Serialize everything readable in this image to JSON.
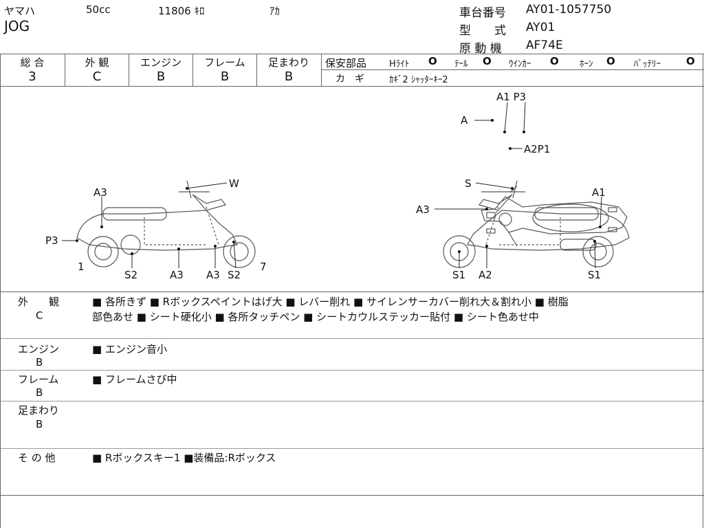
{
  "header": {
    "maker": "ヤマハ",
    "displacement": "50cc",
    "mileage": "11806 ｷﾛ",
    "color": "ｱｶ",
    "model_name": "JOG",
    "frame_no_label": "車台番号",
    "frame_no": "AY01-1057750",
    "type_label": "型　　式",
    "type_value": "AY01",
    "engine_label": "原 動 機",
    "engine_value": "AF74E"
  },
  "grades": [
    {
      "title": "総 合",
      "value": "3"
    },
    {
      "title": "外 観",
      "value": "C"
    },
    {
      "title": "エンジン",
      "value": "B"
    },
    {
      "title": "フレーム",
      "value": "B"
    },
    {
      "title": "足まわり",
      "value": "B"
    }
  ],
  "safety": {
    "label": "保安部品",
    "items": [
      {
        "name": "Hﾗｲﾄ",
        "mark": "O"
      },
      {
        "name": "ﾃｰﾙ",
        "mark": "O"
      },
      {
        "name": "ｳｲﾝｶｰ",
        "mark": "O"
      },
      {
        "name": "ﾎｰﾝ",
        "mark": "O"
      },
      {
        "name": "ﾊﾞｯﾃﾘｰ",
        "mark": "O"
      }
    ],
    "key_label": "カ　ギ",
    "key_value": "ｶｷﾞ2 ｼｬｯﾀｰｷｰ2"
  },
  "diagram_labels": {
    "top_A": "A",
    "top_A1P3": "A1 P3",
    "top_A2P1": "A2P1",
    "left_A3": "A3",
    "left_W": "W",
    "left_P3": "P3",
    "left_1": "1",
    "left_S2a": "S2",
    "left_A3a": "A3",
    "left_A3b": "A3",
    "left_S2b": "S2",
    "left_7": "7",
    "right_S": "S",
    "right_A1": "A1",
    "right_A3": "A3",
    "right_S1a": "S1",
    "right_A2": "A2",
    "right_S1b": "S1"
  },
  "remarks": [
    {
      "label": "外　　観",
      "grade": "C",
      "lines": [
        "■ 各所きず ■ Rボックスペイントはげ大 ■ レバー削れ ■ サイレンサーカバー削れ大＆割れ小 ■ 樹脂",
        "部色あせ ■ シート硬化小 ■ 各所タッチペン ■ シートカウルステッカー貼付 ■ シート色あせ中"
      ]
    },
    {
      "label": "エンジン",
      "grade": "B",
      "lines": [
        "■ エンジン音小"
      ]
    },
    {
      "label": "フレーム",
      "grade": "B",
      "lines": [
        "■ フレームさび中"
      ]
    },
    {
      "label": "足まわり",
      "grade": "B",
      "lines": [
        ""
      ]
    },
    {
      "label": "そ の 他",
      "grade": "",
      "lines": [
        "■ Rボックスキー1 ■装備品:Rボックス"
      ]
    }
  ]
}
